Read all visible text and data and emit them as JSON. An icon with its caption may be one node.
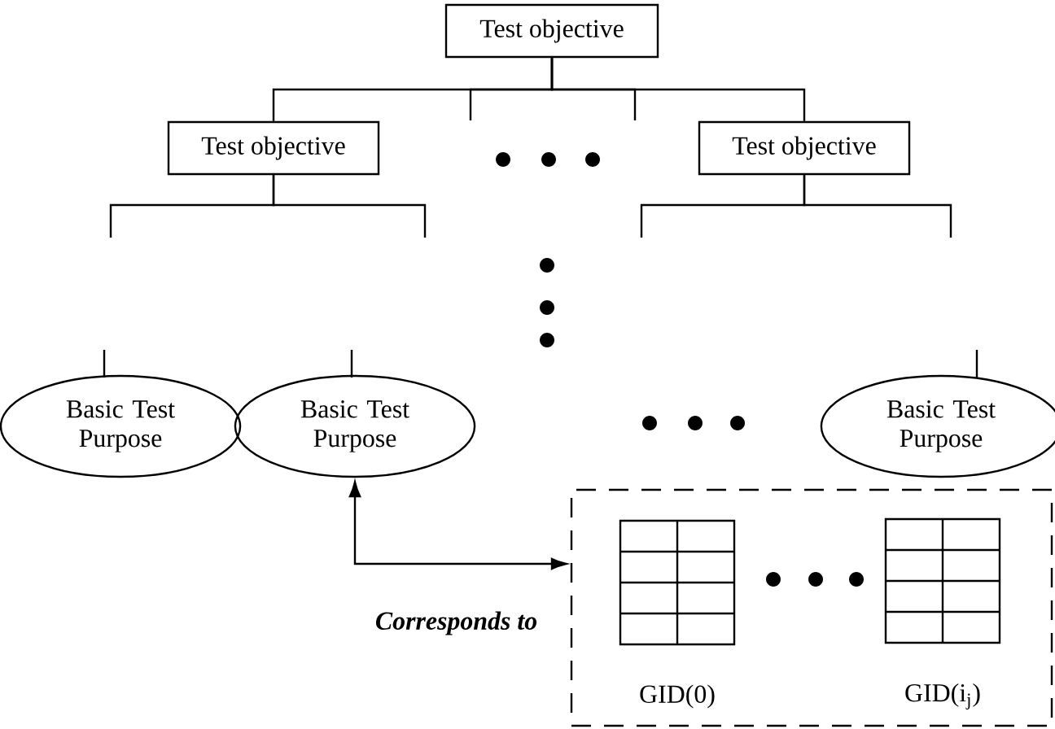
{
  "diagram": {
    "nodes": [
      {
        "text": [
          "Test objective"
        ]
      },
      {
        "text": [
          "Test objective"
        ]
      },
      {
        "text": [
          "Test objective"
        ]
      },
      {
        "text": [
          "Basic Test Purpose"
        ]
      },
      {
        "text": [
          "Basic Test Purpose"
        ]
      },
      {
        "text": [
          "Basic Test Purpose"
        ]
      },
      {
        "text": [],
        "shape": "box"
      },
      {
        "text": [],
        "shape": "box",
        "in": 6,
        "beside": [
          "GID(0)"
        ]
      },
      {
        "text": [],
        "shape": "box",
        "in": 6,
        "beside": [
          "GID(i$_{j}$)"
        ]
      }
    ],
    "edges": [
      {
        "from": 0,
        "to": 1,
        "arrow": "none"
      },
      {
        "from": 0,
        "to": null,
        "arrow": "none"
      },
      {
        "from": 0,
        "to": null,
        "arrow": "none"
      },
      {
        "from": 0,
        "to": 2,
        "arrow": "none"
      },
      {
        "from": 1,
        "to": null,
        "arrow": "none"
      },
      {
        "from": 1,
        "to": null,
        "arrow": "none"
      },
      {
        "from": 2,
        "to": null,
        "arrow": "none"
      },
      {
        "from": 2,
        "to": null,
        "arrow": "none"
      },
      {
        "from": null,
        "to": 3,
        "arrow": "none"
      },
      {
        "from": null,
        "to": 4,
        "arrow": "none"
      },
      {
        "from": null,
        "to": 5,
        "arrow": "none"
      },
      {
        "from": 4,
        "to": 6,
        "arrow": "both",
        "label": "Corresponds to"
      }
    ]
  }
}
